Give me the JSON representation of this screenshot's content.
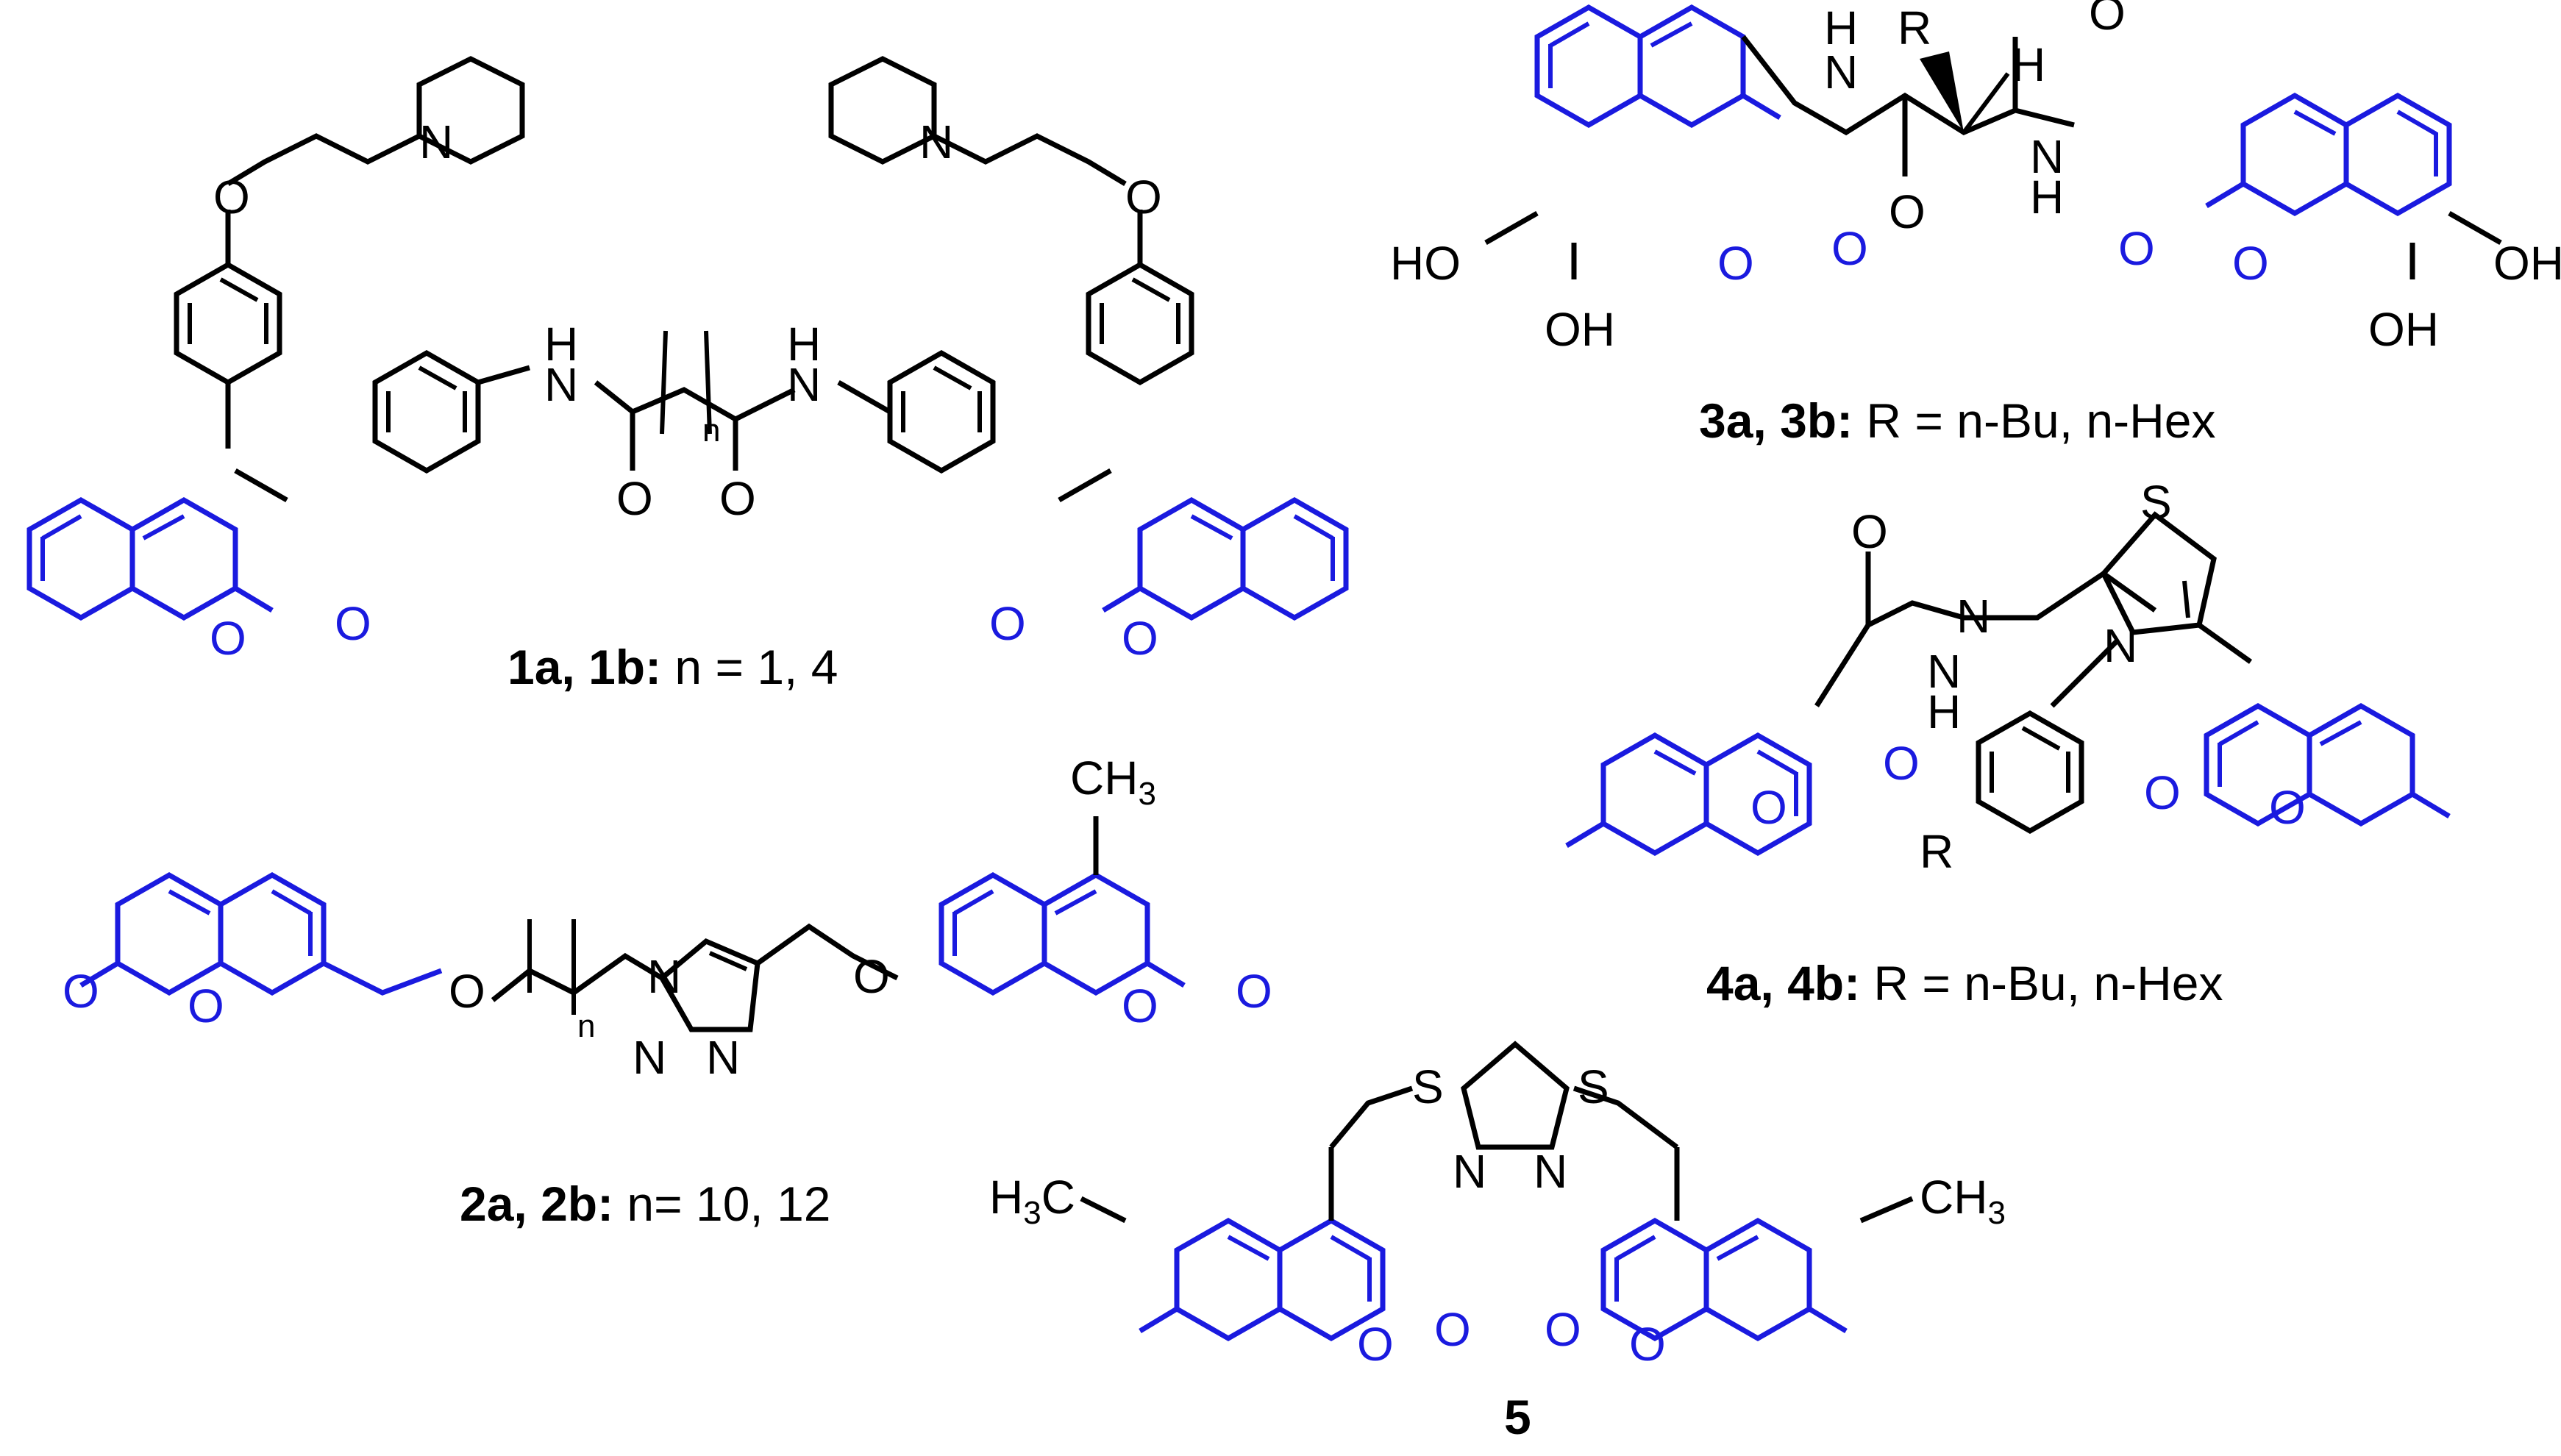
{
  "colors": {
    "coumarin": "#1a1adf",
    "bond": "#000000",
    "background": "#ffffff"
  },
  "compounds": [
    {
      "id": "1",
      "label_bold": "1a, 1b:",
      "label_rest": " n = 1, 4",
      "atoms": {
        "n": "n",
        "N": "N",
        "NH": "H",
        "O": "O"
      }
    },
    {
      "id": "2",
      "label_bold": "2a, 2b:",
      "label_rest": " n= 10, 12",
      "atoms": {
        "n": "n",
        "N": "N",
        "O": "O",
        "CH3": "CH",
        "sub3": "3"
      }
    },
    {
      "id": "3",
      "label_bold": "3a, 3b:",
      "label_rest": " R = n-Bu, n-Hex",
      "atoms": {
        "R": "R",
        "H": "H",
        "N": "N",
        "O": "O",
        "HO": "HO",
        "OH": "OH"
      }
    },
    {
      "id": "4",
      "label_bold": "4a, 4b:",
      "label_rest": " R = n-Bu, n-Hex",
      "atoms": {
        "S": "S",
        "N": "N",
        "H": "H",
        "O": "O",
        "R": "R"
      }
    },
    {
      "id": "5",
      "label_bold": "5",
      "label_rest": "",
      "atoms": {
        "S": "S",
        "N": "N",
        "O": "O",
        "H3C_H": "H",
        "H3C_sub": "3",
        "H3C_C": "C",
        "CH3": "CH",
        "sub3": "3"
      }
    }
  ]
}
